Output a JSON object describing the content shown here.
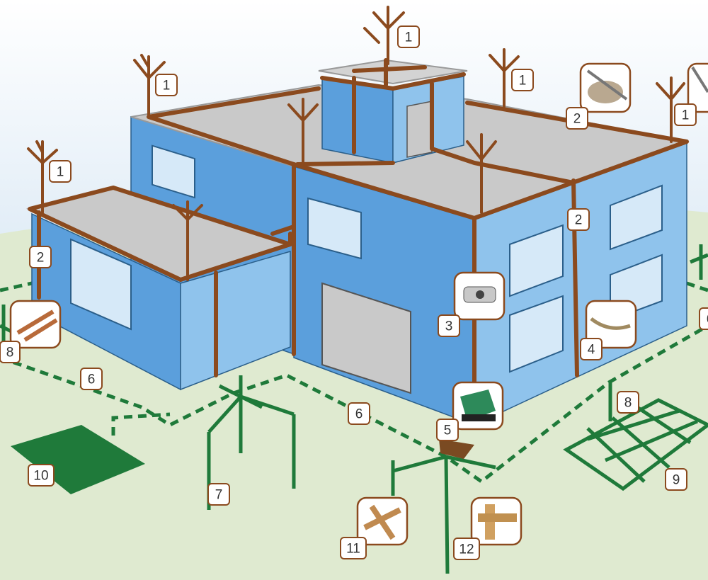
{
  "title": "Lightning protection system diagram",
  "callouts": {
    "air_terminal": "1",
    "down_conductor": "2",
    "test_joint": "3",
    "conductor_clamp": "4",
    "inspection_pit": "5",
    "ground_loop": "6",
    "ground_rod": "7",
    "connection_point": "8",
    "ground_mesh": "9",
    "ground_plate": "10",
    "cross_clamp": "11",
    "rod_clamp": "12"
  },
  "colors": {
    "wall_front": "#5b9fdc",
    "wall_side": "#8fc3ec",
    "roof": "#c9c9c9",
    "conductor": "#8b4a1e",
    "grounding": "#1f7a3a",
    "ground": "#dfead0"
  }
}
